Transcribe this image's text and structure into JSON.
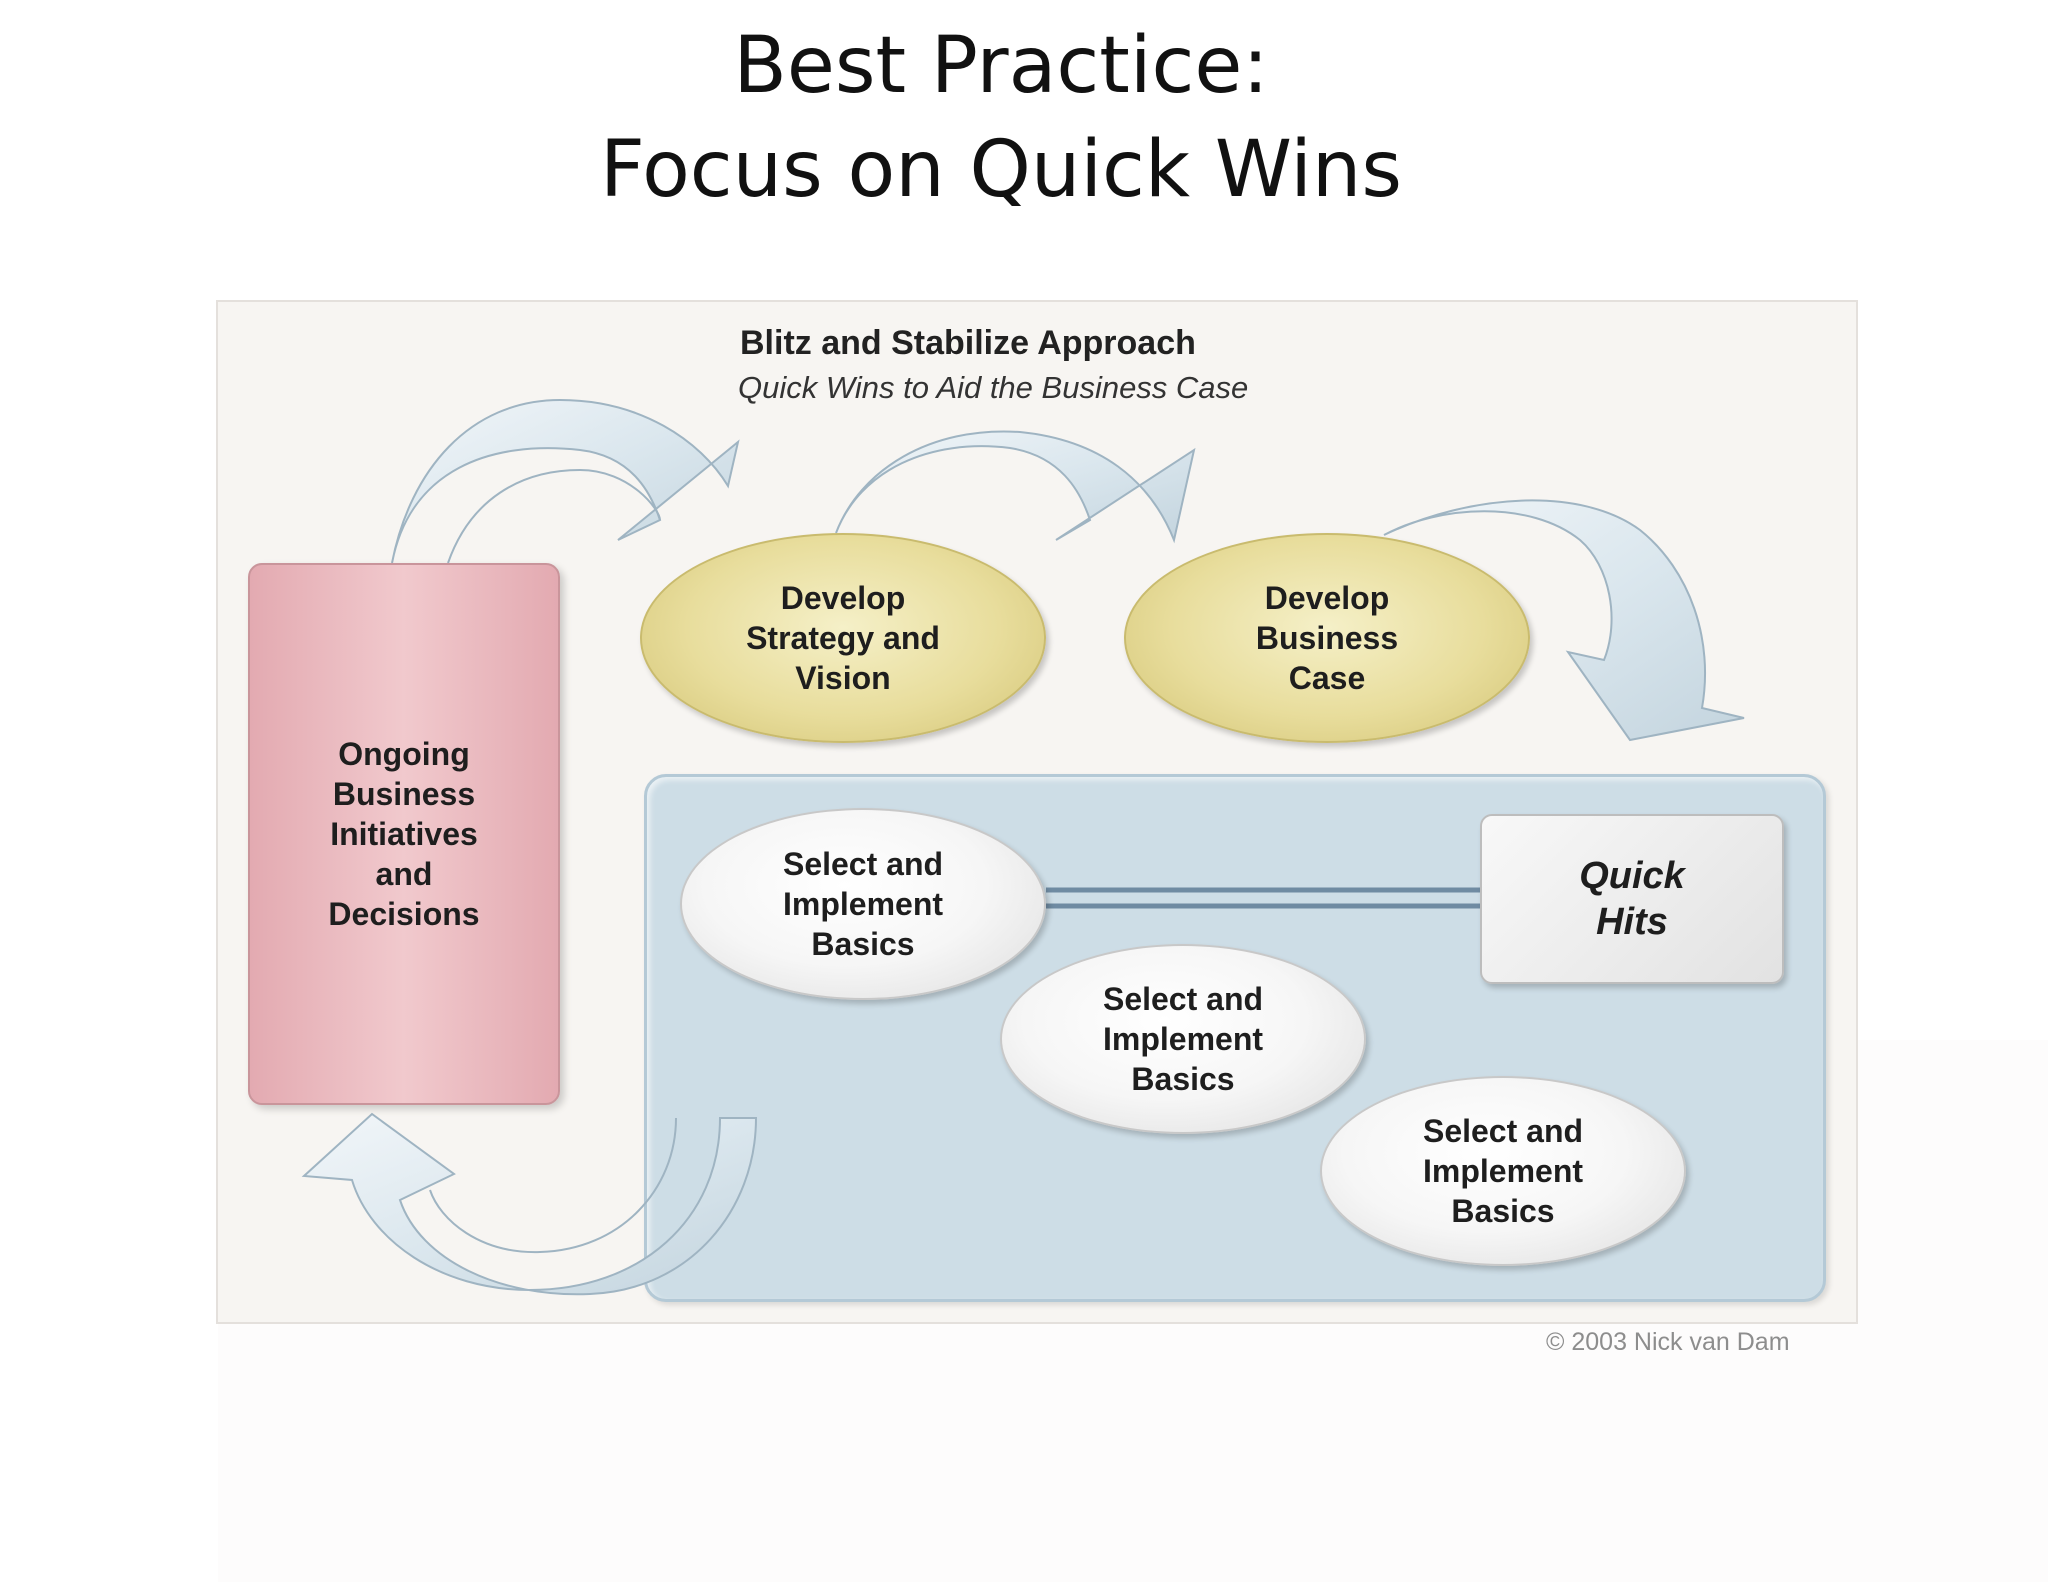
{
  "slide": {
    "title_line1": "Best Practice:",
    "title_line2": "Focus on Quick Wins"
  },
  "diagram": {
    "title": "Blitz and Stabilize Approach",
    "subtitle": "Quick Wins to Aid the Business Case",
    "ongoing_box": "Ongoing\nBusiness\nInitiatives\nand\nDecisions",
    "strategy_ellipse": "Develop\nStrategy and\nVision",
    "business_case_ellipse": "Develop\nBusiness\nCase",
    "basics": [
      "Select and\nImplement\nBasics",
      "Select and\nImplement\nBasics",
      "Select and\nImplement\nBasics"
    ],
    "quick_hits": "Quick\nHits",
    "copyright": "© 2003 Nick van Dam"
  },
  "colors": {
    "ongoing_box": "#eabcc1",
    "yellow_ellipse": "#e8dd9c",
    "blue_panel": "#cddde6",
    "arrow_fill": "#dbe7ee",
    "arrow_stroke": "#9fb4c2"
  }
}
